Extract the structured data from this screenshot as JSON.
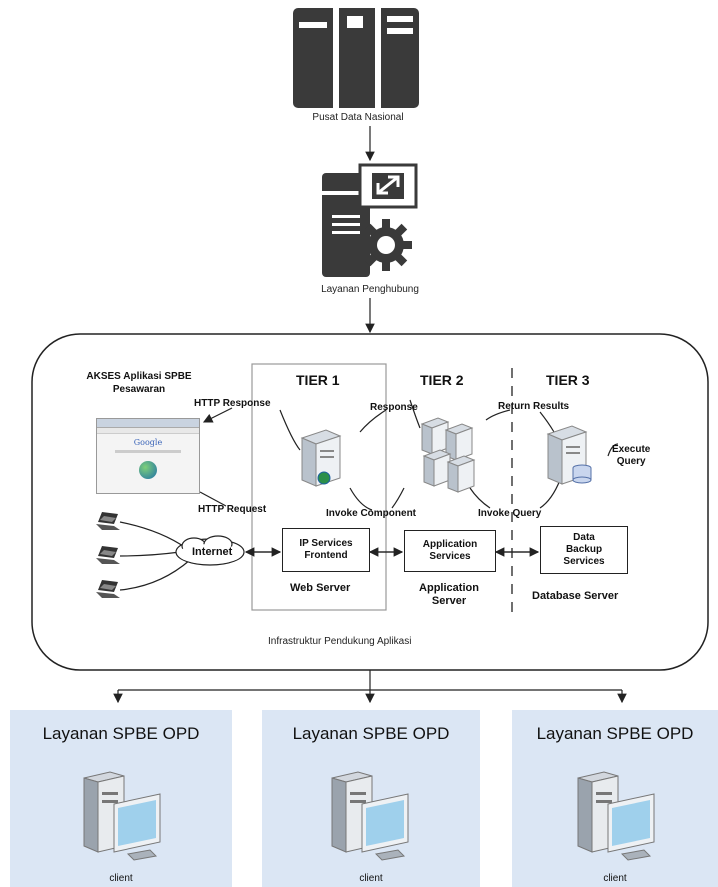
{
  "top": {
    "pusat_data": "Pusat Data Nasional",
    "layanan_penghubung": "Layanan Penghubung"
  },
  "infra": {
    "caption": "Infrastruktur Pendukung Aplikasi",
    "akses_title_line1": "AKSES Aplikasi SPBE",
    "akses_title_line2": "Pesawaran",
    "tier1": "TIER 1",
    "tier2": "TIER 2",
    "tier3": "TIER 3",
    "http_response": "HTTP Response",
    "http_request": "HTTP Request",
    "response": "Response",
    "return_results": "Return Results",
    "invoke_component": "Invoke Component",
    "invoke_query": "Invoke Query",
    "execute_query_line1": "Execute",
    "execute_query_line2": "Query",
    "internet": "Internet",
    "ip_services_line1": "IP Services",
    "ip_services_line2": "Frontend",
    "app_services_line1": "Application",
    "app_services_line2": "Services",
    "data_backup_line1": "Data",
    "data_backup_line2": "Backup",
    "data_backup_line3": "Services",
    "web_server": "Web Server",
    "application_server_line1": "Application",
    "application_server_line2": "Server",
    "database_server": "Database Server",
    "browser_logo": "Google"
  },
  "opd_panels": [
    {
      "title": "Layanan SPBE OPD",
      "client": "client"
    },
    {
      "title": "Layanan SPBE OPD",
      "client": "client"
    },
    {
      "title": "Layanan SPBE OPD",
      "client": "client"
    }
  ],
  "colors": {
    "server_dark": "#3a3a3a",
    "panel_blue": "#dbe6f4",
    "line": "#222222"
  }
}
